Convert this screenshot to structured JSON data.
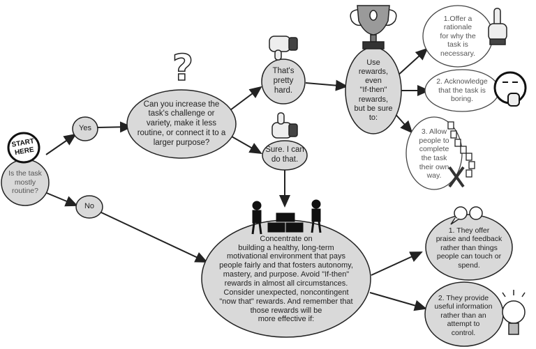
{
  "start_badge": "START\nHERE",
  "nodes": {
    "start_question": "Is the task\nmostly\nroutine?",
    "yes": "Yes",
    "no": "No",
    "increase": "Can you increase the\ntask's challenge or\nvariety, make it less\nroutine, or connect it to a\nlarger purpose?",
    "hard": "That's\npretty\nhard.",
    "sure": "Sure. I can\ndo that.",
    "use_rewards": "Use\nrewards,\neven\n\"If-then\"\nrewards,\nbut be sure\nto:",
    "rationale": "1.Offer a\nrationale\nfor why the\ntask is\nnecessary.",
    "acknowledge": "2. Acknowledge\nthat the task is\nboring.",
    "allow": "3. Allow\npeople to\ncomplete\nthe task\ntheir own\nway.",
    "concentrate": "Concentrate on\nbuilding a healthy, long-term\nmotivational environment that pays\npeople fairly and that fosters autonomy,\nmastery, and purpose. Avoid \"If-then\"\nrewards in almost all circumstances.\nConsider unexpected, noncontingent\n\"now that\" rewards. And remember that\nthose rewards will be\nmore effective if:",
    "praise": "1. They offer\npraise and feedback\nrather than things\npeople can touch or\nspend.",
    "info": "2. They provide\nuseful information\nrather than an\nattempt to\ncontrol."
  },
  "icons": [
    "question-mark-icon",
    "trophy-icon",
    "thumbs-down-icon",
    "thumbs-up-icon",
    "pointing-hand-icon",
    "bored-face-icon",
    "winding-path-icon",
    "people-bricks-icon",
    "speech-bubbles-icon",
    "lightbulb-icon"
  ],
  "colors": {
    "node_fill": "#d9d9d9",
    "stroke": "#222222"
  }
}
